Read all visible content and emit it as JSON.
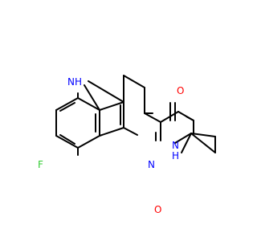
{
  "molecule": {
    "atoms": {
      "nh_indole": "N",
      "nh_indole_h": "H",
      "fluorine": "F",
      "n_ring": "N",
      "o_ketone": "O",
      "o_amide": "O",
      "nh_amide": "N",
      "nh_amide_h": "H"
    }
  },
  "colors": {
    "nitrogen": "#0000ff",
    "oxygen": "#ff0000",
    "fluorine": "#33cc33",
    "bond": "#000000"
  }
}
